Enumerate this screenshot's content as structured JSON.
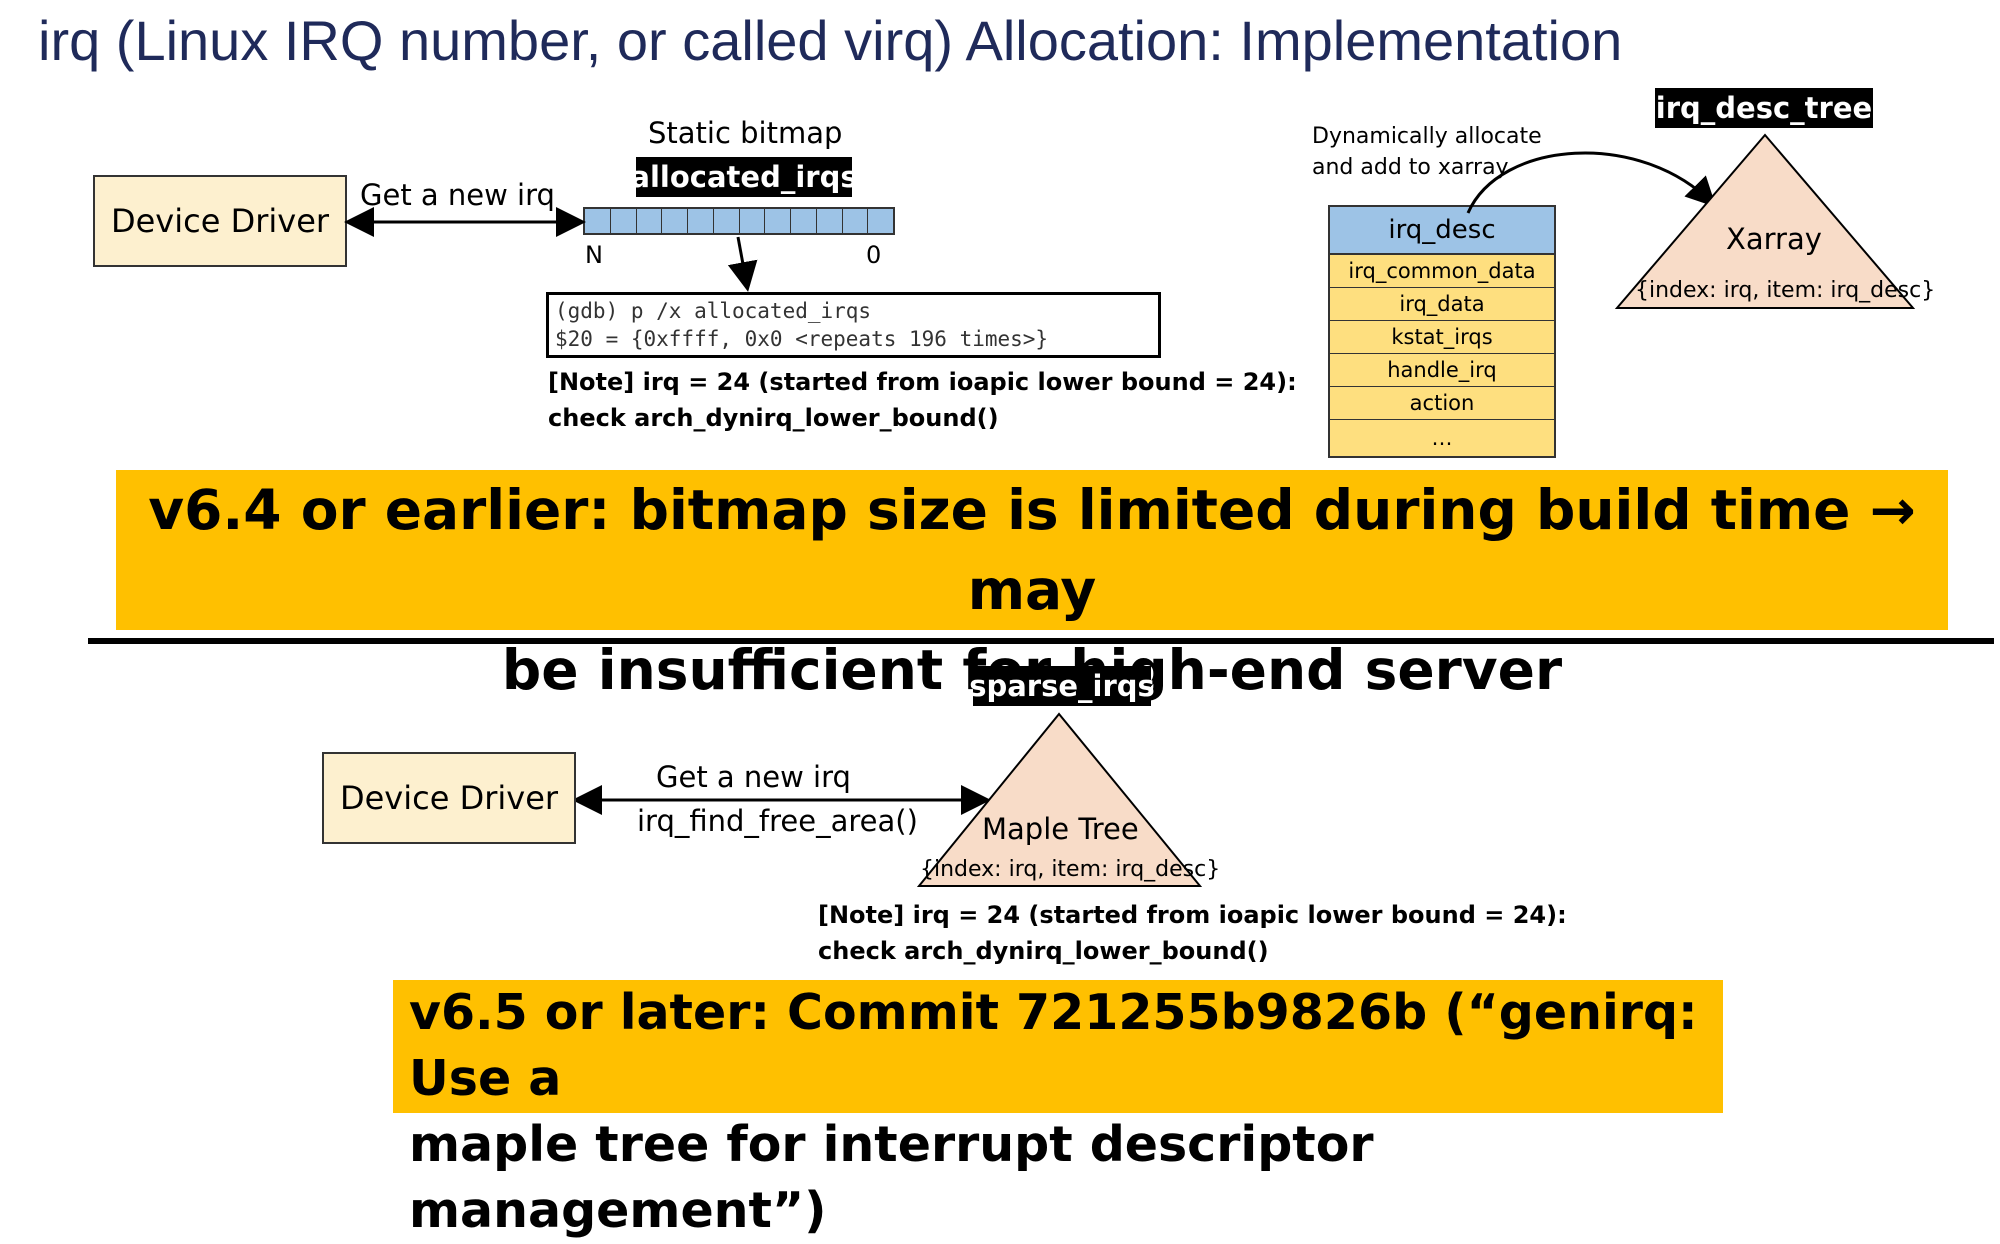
{
  "title": "irq (Linux IRQ number, or called virq) Allocation: Implementation",
  "top": {
    "device_driver": "Device Driver",
    "arrow_label": "Get a new irq",
    "bitmap_caption": "Static bitmap",
    "bitmap_name": "allocated_irqs",
    "bitmap_left": "N",
    "bitmap_right": "0",
    "gdb_line1": "(gdb) p /x allocated_irqs",
    "gdb_line2": "$20 = {0xffff, 0x0 <repeats 196 times>}",
    "note_line1": "[Note] irq = 24 (started from ioapic lower bound = 24):",
    "note_line2": "check arch_dynirq_lower_bound()",
    "dyn_line1": "Dynamically allocate",
    "dyn_line2": "and add to xarray",
    "tree_name": "irq_desc_tree",
    "xarray_label": "Xarray",
    "xarray_index": "{index: irq, item: irq_desc}",
    "desc_header": "irq_desc",
    "desc_rows": [
      "irq_common_data",
      "irq_data",
      "kstat_irqs",
      "handle_irq",
      "action",
      "…"
    ]
  },
  "banner1": {
    "line1": "v6.4 or earlier: bitmap size is limited during build time → may",
    "line2": "be insufficient for high-end server"
  },
  "bottom": {
    "tree_name": "sparse_irqs",
    "device_driver": "Device Driver",
    "arrow_label1": "Get a new irq",
    "arrow_label2": "irq_find_free_area()",
    "maple_label": "Maple Tree",
    "maple_index": "{index: irq, item: irq_desc}",
    "note_line1": "[Note] irq = 24 (started from ioapic lower bound = 24):",
    "note_line2": "check arch_dynirq_lower_bound()"
  },
  "banner2": {
    "line1": "v6.5 or later: Commit 721255b9826b (“genirq: Use a",
    "line2": "maple tree for interrupt descriptor management”)"
  },
  "colors": {
    "title": "#1f2a5a",
    "driver_box": "#fdf0cf",
    "bitmap": "#9dc3e6",
    "desc_header": "#9dc3e6",
    "desc_rows": "#fedf7f",
    "triangle": "#f8dcc8",
    "banner": "#ffc000"
  }
}
